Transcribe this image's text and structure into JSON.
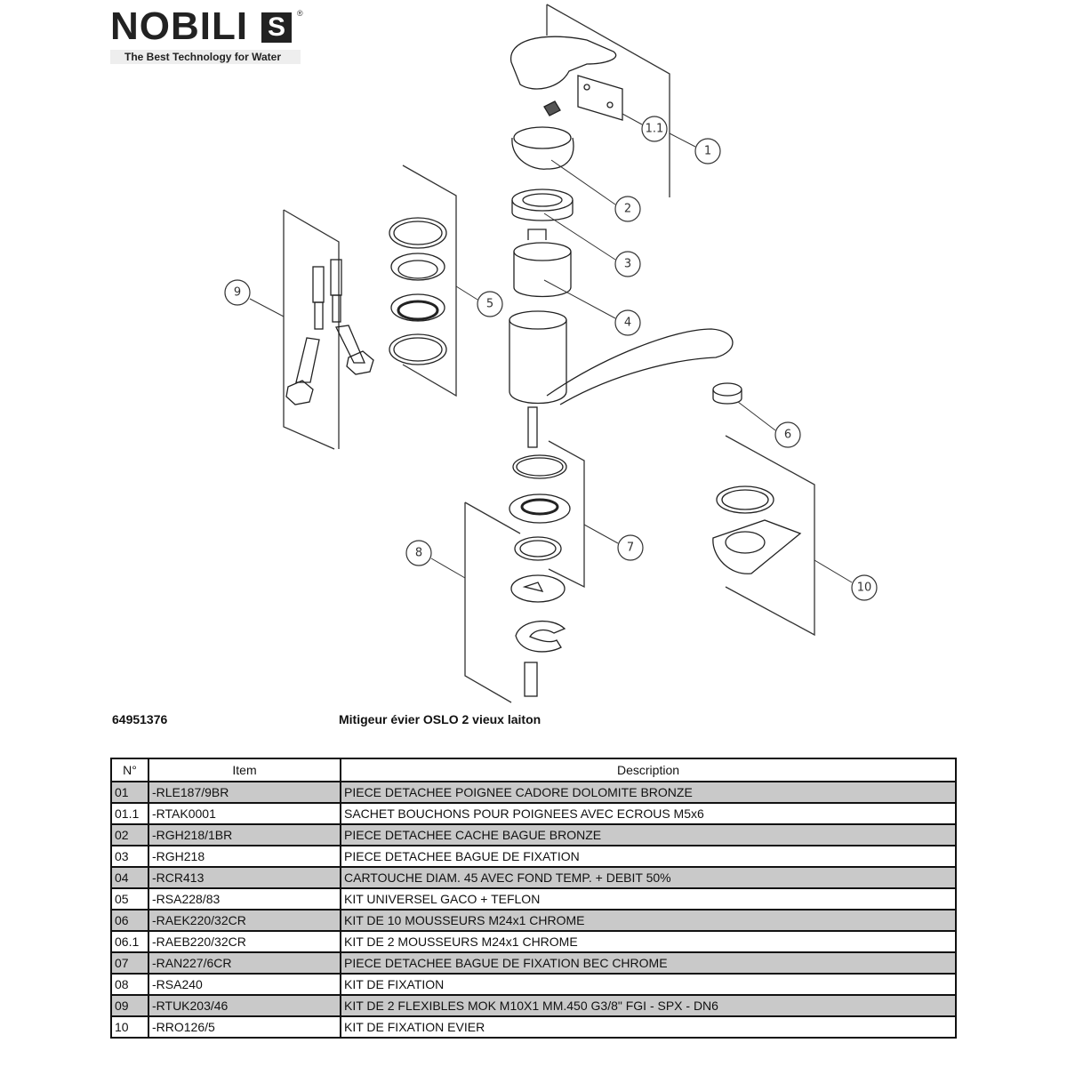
{
  "logo": {
    "brand": "NOBILI",
    "mark": "S",
    "registered": "®",
    "tagline": "The Best Technology for Water"
  },
  "product": {
    "code": "64951376",
    "title": "Mitigeur évier OSLO 2 vieux laiton"
  },
  "callouts": [
    "1.1",
    "1",
    "2",
    "3",
    "4",
    "5",
    "6",
    "7",
    "8",
    "9",
    "10"
  ],
  "table": {
    "headers": [
      "N°",
      "Item",
      "Description"
    ],
    "rows": [
      {
        "n": "01",
        "item": "-RLE187/9BR",
        "desc": "PIECE DETACHEE POIGNEE CADORE DOLOMITE BRONZE"
      },
      {
        "n": "01.1",
        "item": "-RTAK0001",
        "desc": "SACHET BOUCHONS POUR POIGNEES AVEC ECROUS M5x6"
      },
      {
        "n": "02",
        "item": "-RGH218/1BR",
        "desc": "PIECE DETACHEE CACHE BAGUE BRONZE"
      },
      {
        "n": "03",
        "item": "-RGH218",
        "desc": "PIECE DETACHEE BAGUE DE FIXATION"
      },
      {
        "n": "04",
        "item": "-RCR413",
        "desc": "CARTOUCHE DIAM. 45 AVEC FOND TEMP. + DEBIT 50%"
      },
      {
        "n": "05",
        "item": "-RSA228/83",
        "desc": "KIT  UNIVERSEL GACO + TEFLON"
      },
      {
        "n": "06",
        "item": "-RAEK220/32CR",
        "desc": "KIT DE 10 MOUSSEURS M24x1 CHROME"
      },
      {
        "n": "06.1",
        "item": "-RAEB220/32CR",
        "desc": "KIT DE 2 MOUSSEURS M24x1 CHROME"
      },
      {
        "n": "07",
        "item": "-RAN227/6CR",
        "desc": "PIECE DETACHEE BAGUE DE FIXATION BEC CHROME"
      },
      {
        "n": "08",
        "item": "-RSA240",
        "desc": "KIT DE  FIXATION"
      },
      {
        "n": "09",
        "item": "-RTUK203/46",
        "desc": "KIT DE 2  FLEXIBLES MOK M10X1 MM.450 G3/8\" FGI - SPX - DN6"
      },
      {
        "n": "10",
        "item": "-RRO126/5",
        "desc": "KIT DE  FIXATION EVIER"
      }
    ]
  }
}
